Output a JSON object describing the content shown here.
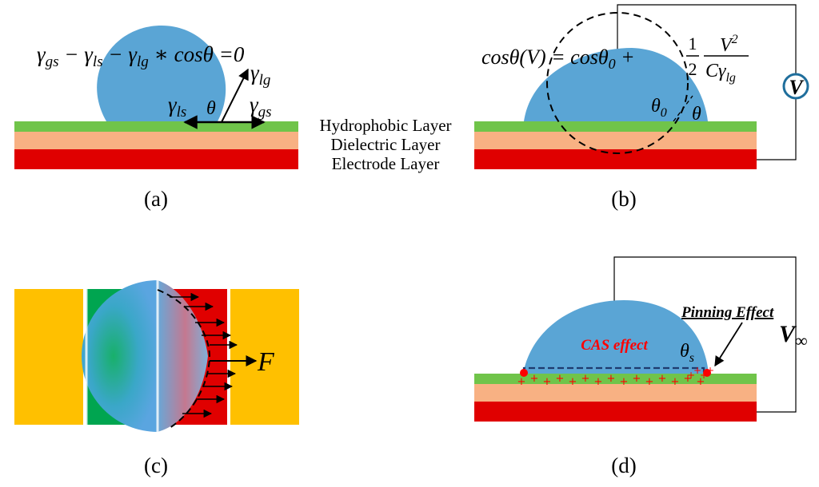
{
  "colors": {
    "hydrophobic": "#70c44a",
    "dielectric": "#f8b183",
    "electrode": "#e00000",
    "droplet": "#5aa5d5",
    "electrode_gold": "#ffc000",
    "electrode_green": "#00a550",
    "charge_red": "#ff0000",
    "wire": "#000000",
    "voltmeter": "#1f6e9c"
  },
  "icons": [
    "voltmeter-icon",
    "force-arrow-icon",
    "pinning-arrow-icon"
  ],
  "panel_a": {
    "caption": "(a)",
    "young_equation": "γgs − γls − γlg ∗ cosθ =0",
    "eq": {
      "g1": "γ",
      "s1": "gs",
      "op1": " − ",
      "g2": "γ",
      "s2": "ls",
      "op2": " − ",
      "g3": "γ",
      "s3": "lg",
      "rest": " ∗ cosθ =0"
    },
    "gamma_lg": {
      "g": "γ",
      "s": "lg"
    },
    "gamma_ls": {
      "g": "γ",
      "s": "ls"
    },
    "gamma_gs": {
      "g": "γ",
      "s": "gs"
    },
    "theta": "θ"
  },
  "layers": {
    "hydrophobic": "Hydrophobic Layer",
    "dielectric": "Dielectric Layer",
    "electrode": "Electrode Layer"
  },
  "panel_b": {
    "caption": "(b)",
    "lippmann_equation": "cosθ(V) = cosθ0 + (1/2)·V²/(Cγlg)",
    "lhs": "cosθ(V) = cosθ",
    "lhs_sub": "0",
    "plus": " + ",
    "half_num": "1",
    "half_den": "2",
    "frac_num": "V",
    "frac_num_sup": "2",
    "frac_den": "Cγ",
    "frac_den_sub": "lg",
    "theta0": "θ",
    "theta0_sub": "0",
    "theta": "θ",
    "voltmeter": "V"
  },
  "panel_c": {
    "caption": "(c)",
    "force": "F"
  },
  "panel_d": {
    "caption": "(d)",
    "cas_effect": "CAS effect",
    "pinning_effect": "Pinning Effect",
    "theta_s": "θ",
    "theta_s_sub": "s",
    "voltage": "V",
    "voltage_sub": "∞",
    "charge_marks": "+"
  }
}
